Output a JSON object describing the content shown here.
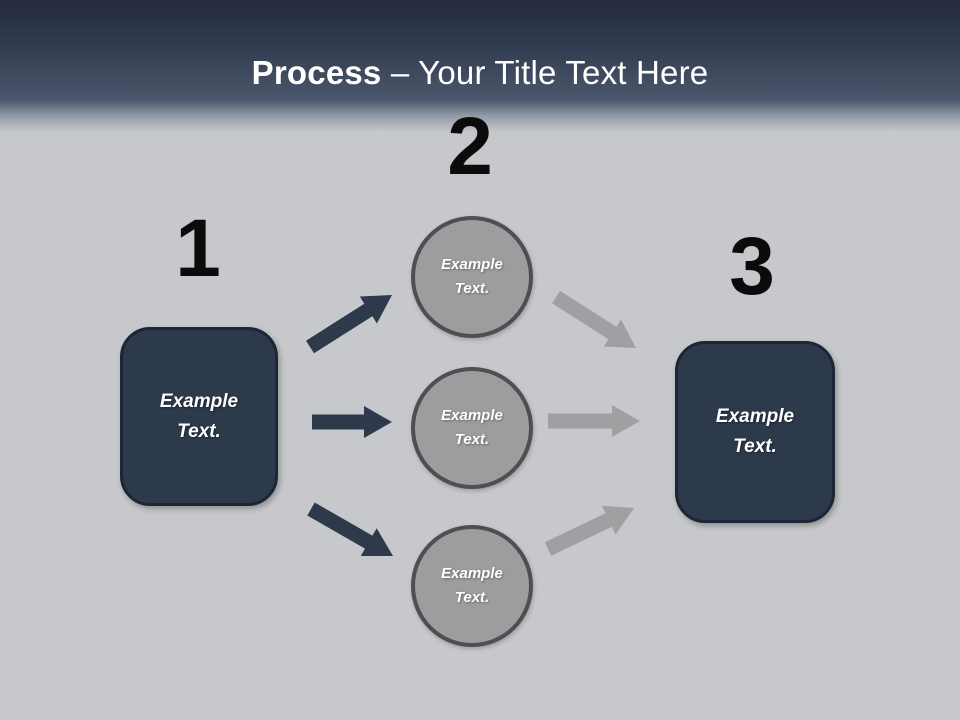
{
  "header": {
    "title_bold": "Process",
    "title_rest": "– Your Title Text Here"
  },
  "diagram": {
    "step1": {
      "number": "1",
      "box_lines": [
        "Example",
        "Text."
      ]
    },
    "step2": {
      "number": "2",
      "circles": [
        {
          "lines": [
            "Example",
            "Text."
          ]
        },
        {
          "lines": [
            "Example",
            "Text."
          ]
        },
        {
          "lines": [
            "Example",
            "Text."
          ]
        }
      ]
    },
    "step3": {
      "number": "3",
      "box_lines": [
        "Example",
        "Text."
      ]
    }
  },
  "colors": {
    "header_top": "#232b3c",
    "header_bottom": "#4b566c",
    "body_bg": "#c6c8cb",
    "title": "#ffffff",
    "number": "#0b0b0b",
    "box_fill": "#2d3a4c",
    "box_border": "#1d2634",
    "box_text": "#ffffff",
    "circle_fill": "#9b9d9f",
    "circle_border": "#4d4f51",
    "circle_text": "#ffffff",
    "arrow_dark": "#2e3a4b",
    "arrow_gray": "#9fa0a1"
  }
}
